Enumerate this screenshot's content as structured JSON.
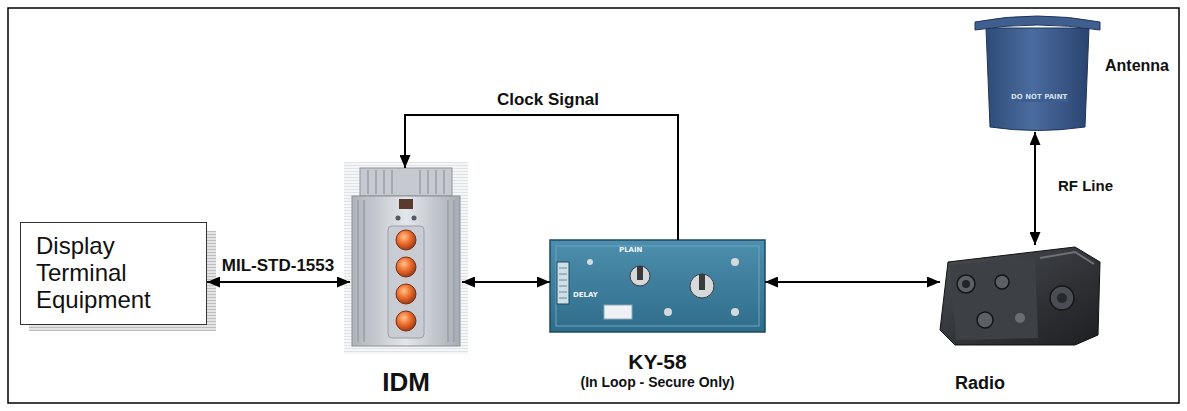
{
  "diagram": {
    "nodes": [
      {
        "text": [
          "Display Terminal Equipment"
        ]
      },
      {
        "text": [
          "IDM"
        ]
      },
      {
        "text": [
          "KY-58",
          "(In Loop - Secure Only)"
        ]
      },
      {
        "text": [
          "Radio"
        ]
      },
      {
        "text": [
          "Antenna"
        ]
      }
    ],
    "edges": [
      {
        "from": 0,
        "to": 1,
        "arrow": "both",
        "label": "MIL-STD-1553"
      },
      {
        "from": 1,
        "to": 2,
        "arrow": "both"
      },
      {
        "from": 2,
        "to": 3,
        "arrow": "both"
      },
      {
        "from": 2,
        "to": 1,
        "arrow": "to",
        "label": "Clock Signal"
      },
      {
        "from": 3,
        "to": 4,
        "arrow": "both",
        "label": "RF Line"
      }
    ],
    "labels": [
      "DO NOT PAINT",
      "PLAIN",
      "DELAY"
    ]
  }
}
